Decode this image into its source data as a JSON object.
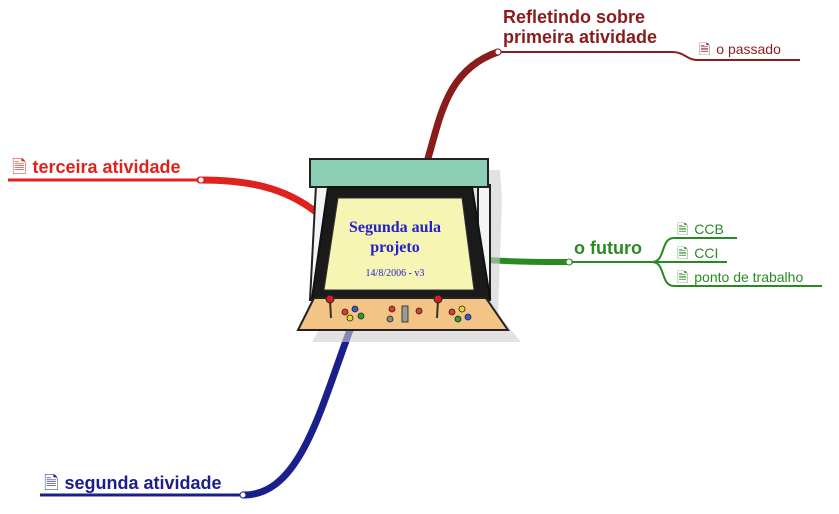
{
  "central": {
    "title": "Segunda aula projeto",
    "date": "14/8/2006 - v3"
  },
  "colors": {
    "red": "#e0221c",
    "maroon": "#8b1c1c",
    "green": "#2a8a22",
    "navy": "#1a1f8c",
    "central_text": "#2222cc"
  },
  "icons": {
    "topic_note": "document-icon"
  },
  "branches": {
    "top": {
      "title_line1": "Refletindo sobre",
      "title_line2": "primeira atividade",
      "children": [
        "o passado"
      ]
    },
    "left": {
      "title": "terceira atividade"
    },
    "right": {
      "title": "o futuro",
      "children": [
        "CCB",
        "CCI",
        "ponto de trabalho"
      ]
    },
    "bottom": {
      "title": "segunda atividade"
    }
  }
}
